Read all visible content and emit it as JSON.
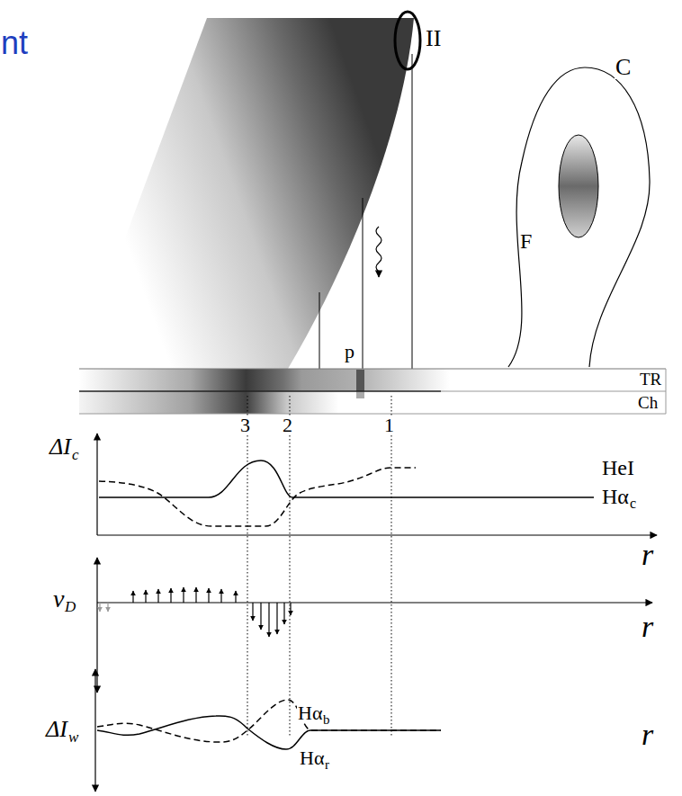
{
  "diagram": {
    "labels": [
      "nt",
      "II",
      "C",
      "F",
      "p",
      "TR",
      "Ch",
      "3",
      "2",
      "1",
      "ΔI",
      "c",
      "HeI",
      "Hα",
      "c",
      "r",
      "v",
      "D",
      "r",
      "ΔI",
      "w",
      "Hα",
      "b",
      "Hα",
      "r",
      "r"
    ]
  }
}
